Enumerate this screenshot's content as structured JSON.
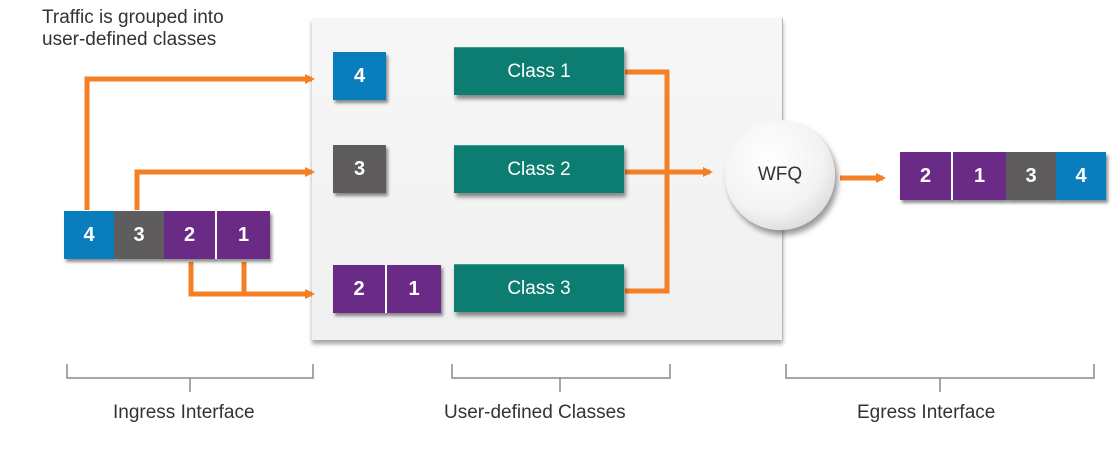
{
  "note_lines": [
    "Traffic is grouped into",
    "user-defined classes"
  ],
  "colors": {
    "blue": "#0a7ebd",
    "gray": "#5f5c5d",
    "purple": "#6a2b86",
    "teal": "#0c7d70",
    "arrow": "#f47f24"
  },
  "ingress_packets": [
    {
      "label": "4",
      "color": "blue"
    },
    {
      "label": "3",
      "color": "gray"
    },
    {
      "label": "2",
      "color": "purple"
    },
    {
      "label": "1",
      "color": "purple"
    }
  ],
  "queues": {
    "q1": [
      {
        "label": "4",
        "color": "blue"
      }
    ],
    "q2": [
      {
        "label": "3",
        "color": "gray"
      }
    ],
    "q3": [
      {
        "label": "2",
        "color": "purple"
      },
      {
        "label": "1",
        "color": "purple"
      }
    ]
  },
  "classes": [
    "Class 1",
    "Class 2",
    "Class 3"
  ],
  "scheduler_label": "WFQ",
  "egress_packets": [
    {
      "label": "2",
      "color": "purple"
    },
    {
      "label": "1",
      "color": "purple"
    },
    {
      "label": "3",
      "color": "gray"
    },
    {
      "label": "4",
      "color": "blue"
    }
  ],
  "captions": {
    "ingress": "Ingress Interface",
    "classes": "User-defined Classes",
    "egress": "Egress Interface"
  }
}
